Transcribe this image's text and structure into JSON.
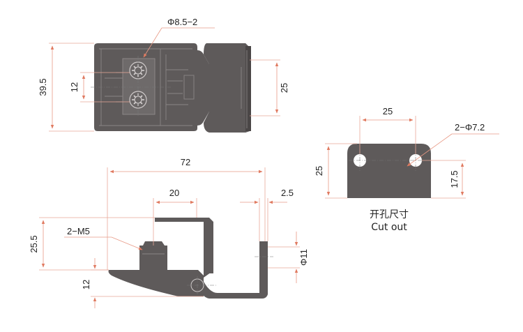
{
  "top_view": {
    "hole_callout": "Φ8.5−2",
    "dim_height": "39.5",
    "dim_hole_spacing": "12",
    "dim_right_height": "25"
  },
  "side_view": {
    "dim_length": "72",
    "dim_offset": "20",
    "dim_thickness": "2.5",
    "dim_height": "25.5",
    "dim_base": "12",
    "thread_callout": "2−M5",
    "dim_diameter": "Φ11"
  },
  "cutout": {
    "dim_width": "25",
    "dim_height": "25",
    "dim_hole_height": "17.5",
    "hole_callout": "2−Φ7.2",
    "title_cn": "开孔尺寸",
    "title_en": "Cut out"
  }
}
